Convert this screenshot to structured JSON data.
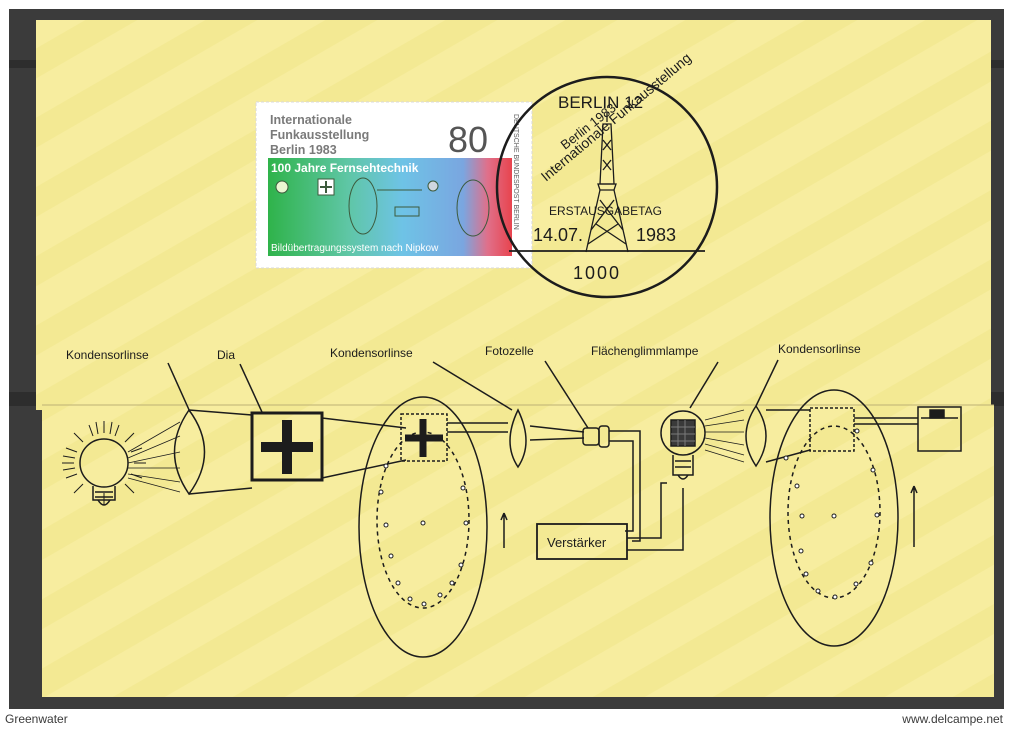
{
  "stamp": {
    "line1": "Internationale",
    "line2": "Funkausstellung",
    "line3": "Berlin 1983",
    "value": "80",
    "banner": "100 Jahre Fernsehtechnik",
    "caption": "Bildübertragungssystem nach Nipkow",
    "issuer": "DEUTSCHE BUNDESPOST BERLIN"
  },
  "postmark": {
    "city": "BERLIN 12",
    "arc_text": "Internationale Funkausstellung",
    "year_line": "Berlin 1983",
    "day_label": "ERSTAUSGABETAG",
    "date": "14.07.",
    "year": "1983",
    "postcode": "1000"
  },
  "diagram": {
    "labels": {
      "condenser_1": "Kondensorlinse",
      "slide": "Dia",
      "condenser_2": "Kondensorlinse",
      "photocell": "Fotozelle",
      "glow_lamp": "Flächenglimmlampe",
      "condenser_3": "Kondensorlinse",
      "amplifier": "Verstärker"
    }
  },
  "footer": {
    "left": "Greenwater",
    "right": "www.delcampe.net"
  },
  "colors": {
    "card": "#f6ec9f",
    "frame": "#3b3b3b",
    "ink": "#1c1c1c"
  }
}
